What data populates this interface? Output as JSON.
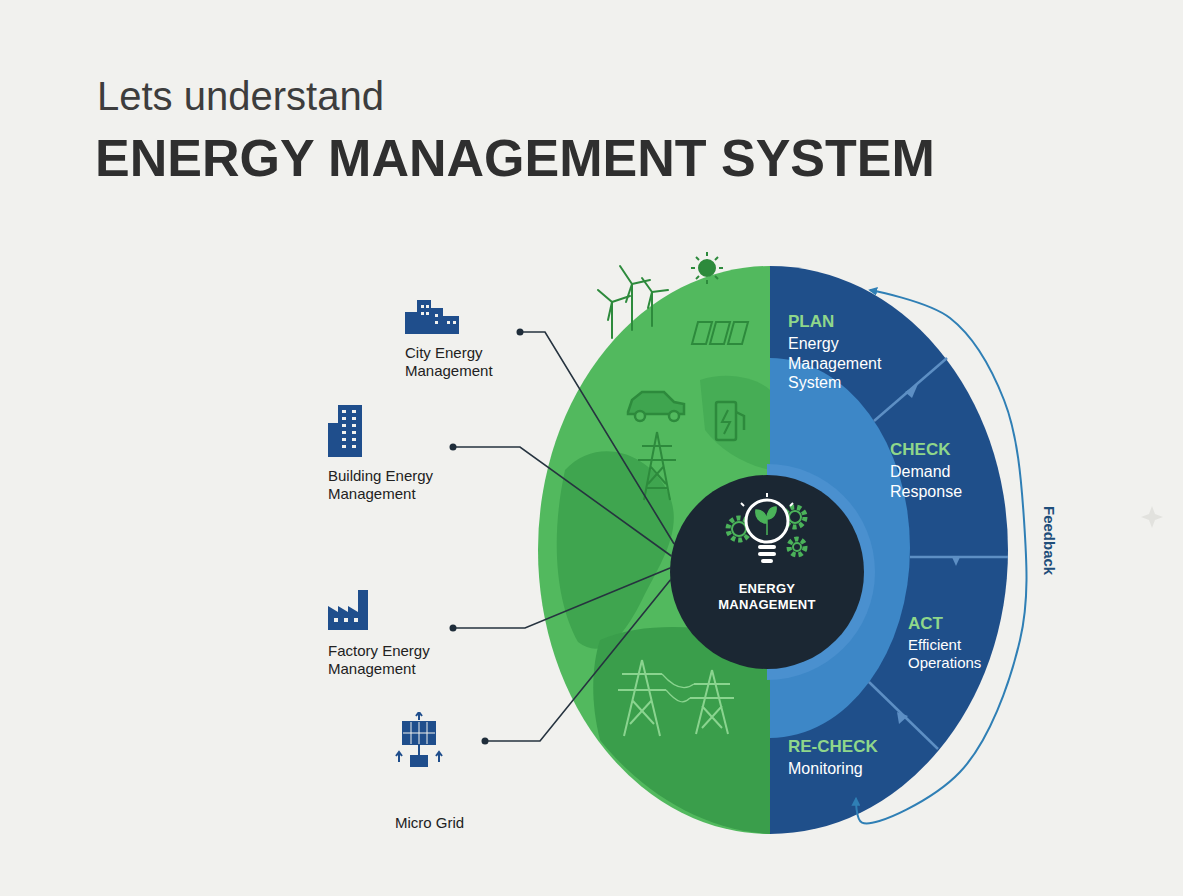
{
  "diagram": {
    "title": "ENERGY MANAGEMENT SYSTEM",
    "nodes": [
      {
        "text": [
          "City Energy Management"
        ]
      },
      {
        "text": [
          "Building Energy Management"
        ]
      },
      {
        "text": [
          "Factory Energy Management"
        ]
      },
      {
        "text": [
          "Micro Grid"
        ]
      },
      {
        "text": [
          "ENERGY MANAGEMENT"
        ]
      },
      {
        "text": [
          "PLAN",
          "Energy Management System"
        ]
      },
      {
        "text": [
          "CHECK",
          "Demand Response"
        ]
      },
      {
        "text": [
          "ACT",
          "Efficient Operations"
        ]
      },
      {
        "text": [
          "RE-CHECK",
          "Monitoring"
        ]
      }
    ],
    "edges": [
      {
        "from": 0,
        "to": 4,
        "arrow": "none"
      },
      {
        "from": 1,
        "to": 4,
        "arrow": "none"
      },
      {
        "from": 2,
        "to": 4,
        "arrow": "none"
      },
      {
        "from": 3,
        "to": 4,
        "arrow": "none"
      },
      {
        "from": 8,
        "to": 5,
        "label": "Feedback",
        "arrow": "both"
      }
    ],
    "labels": [
      "Lets understand"
    ]
  }
}
